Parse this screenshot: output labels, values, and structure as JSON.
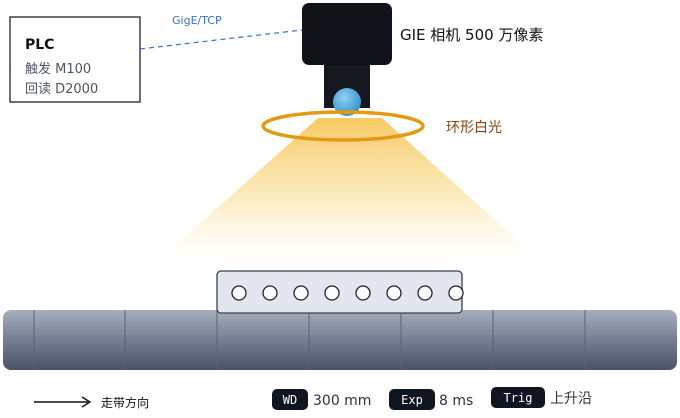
{
  "plc": {
    "title": "PLC",
    "trigger_line": "触发 M100",
    "readback_line": "回读 D2000"
  },
  "link": {
    "label": "GigE/TCP"
  },
  "camera": {
    "label": "GIE 相机 500 万像素"
  },
  "light": {
    "label": "环形白光"
  },
  "conveyor": {
    "direction_label": "走带方向",
    "part_hole_count": 8
  },
  "parameters": {
    "wd_tag": "WD",
    "wd_value": "300 mm",
    "exp_tag": "Exp",
    "exp_value": "8 ms",
    "trig_tag": "Trig",
    "trig_value": "上升沿"
  },
  "colors": {
    "link_blue": "#3a6fd0",
    "ring_orange": "#e39a12",
    "light_label": "#8a4310",
    "camera_body": "#121318",
    "lens_blue": "#45a7de",
    "belt_top": "#9aa3b3",
    "belt_bottom": "#4a5364",
    "tag_bg": "#101621"
  }
}
